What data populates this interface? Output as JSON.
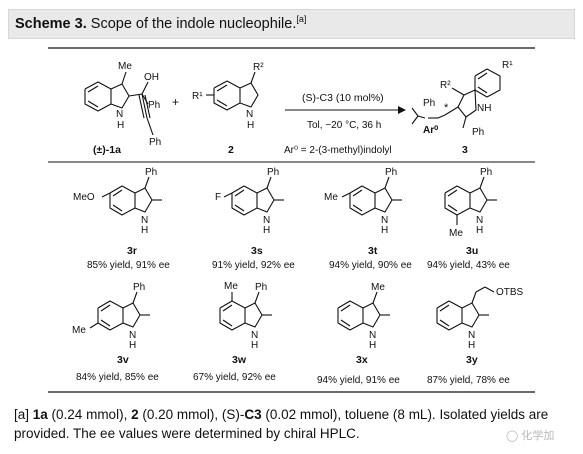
{
  "title": {
    "bold": "Scheme 3.",
    "text": " Scope of the indole nucleophile.",
    "sup": "[a]"
  },
  "reaction": {
    "reactant1_label": "(±)-1a",
    "reactant2_label": "2",
    "product_label": "3",
    "plus": "+",
    "catalyst": "(S)-C3 (10 mol%)",
    "conditions": "Tol, −20 °C, 36 h",
    "ar0_def": "Ar⁰ = 2-(3-methyl)indolyl",
    "atoms": {
      "me": "Me",
      "oh": "OH",
      "ph": "Ph",
      "nh": "NH",
      "h": "H",
      "n": "N",
      "r1": "R¹",
      "r2": "R²",
      "ar0": "Ar⁰",
      "star": "*"
    }
  },
  "products": [
    {
      "id": "3r",
      "result": "85% yield, 91% ee",
      "sub": "MeO"
    },
    {
      "id": "3s",
      "result": "91% yield, 92% ee",
      "sub": "F"
    },
    {
      "id": "3t",
      "result": "94% yield, 90% ee",
      "sub": "Me"
    },
    {
      "id": "3u",
      "result": "94% yield, 43% ee",
      "sub": "Me"
    },
    {
      "id": "3v",
      "result": "84% yield, 85% ee",
      "sub": "Me"
    },
    {
      "id": "3w",
      "result": "67% yield, 92% ee",
      "sub": "Me"
    },
    {
      "id": "3x",
      "result": "94% yield, 91% ee",
      "sub": "Me"
    },
    {
      "id": "3y",
      "result": "87% yield, 78% ee",
      "sub": "OTBS"
    }
  ],
  "footnote": {
    "a": "[a] ",
    "b1": "1a",
    "t1": " (0.24 mmol), ",
    "b2": "2",
    "t2": " (0.20 mmol), (S)-",
    "b3": "C3",
    "t3": " (0.02 mmol), toluene (8 mL). Isolated yields are provided. The ee values were determined by chiral HPLC."
  },
  "watermark": "化学加"
}
